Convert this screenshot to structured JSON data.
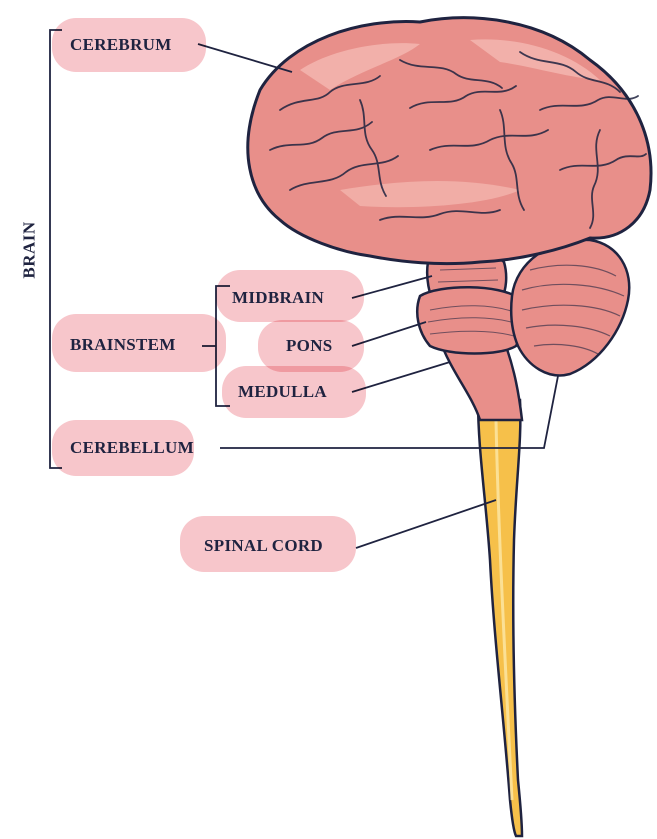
{
  "labels": {
    "brain": "BRAIN",
    "cerebrum": "CEREBRUM",
    "brainstem": "BRAINSTEM",
    "midbrain": "MIDBRAIN",
    "pons": "PONS",
    "medulla": "MEDULLA",
    "cerebellum": "CEREBELLUM",
    "spinal_cord": "SPINAL CORD"
  },
  "colors": {
    "highlight": "#f7c6cb",
    "brain_fill": "#e88f8a",
    "brain_light": "#f3b4ad",
    "outline": "#1f2340",
    "spinal_cord": "#f6c04a"
  }
}
